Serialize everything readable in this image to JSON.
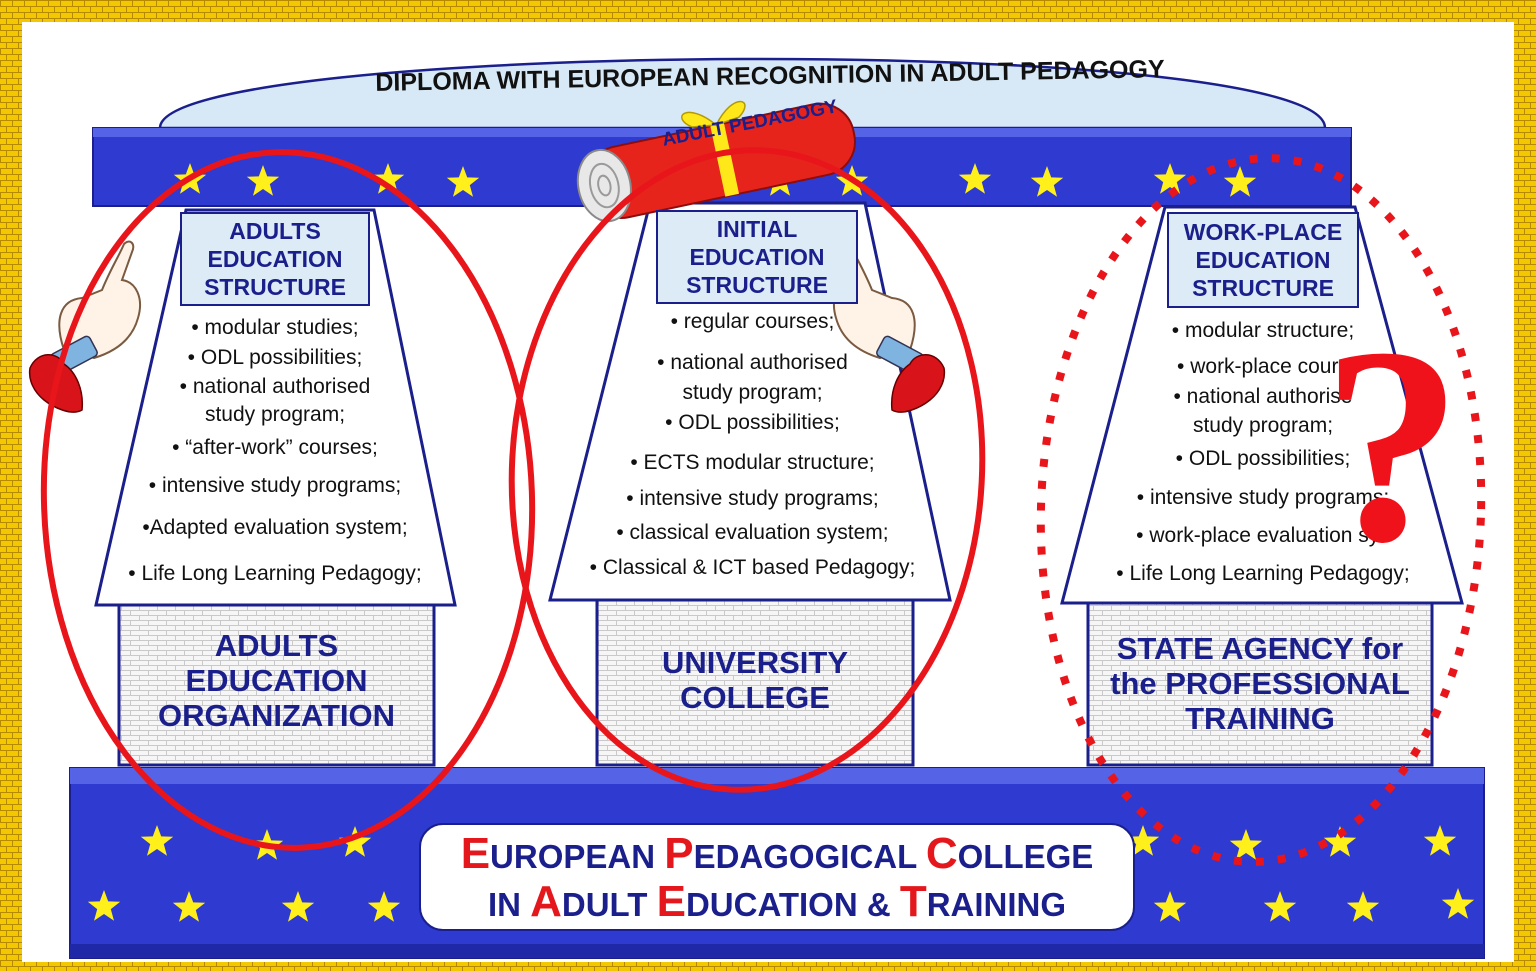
{
  "diploma": {
    "title": "DIPLOMA WITH EUROPEAN  RECOGNITION   IN ADULT  PEDAGOGY",
    "scroll_label": "ADULT PEDAGOGY"
  },
  "pillars": [
    {
      "header": [
        "ADULTS",
        "EDUCATION",
        "STRUCTURE"
      ],
      "features": [
        "• modular studies;",
        "• ODL possibilities;",
        "• national authorised",
        "study program;",
        "• “after-work” courses;",
        "• intensive study programs;",
        "•Adapted evaluation system;",
        "• Life Long Learning Pedagogy;"
      ],
      "base": [
        "ADULTS",
        "EDUCATION",
        "ORGANIZATION"
      ]
    },
    {
      "header": [
        "INITIAL",
        "EDUCATION",
        "STRUCTURE"
      ],
      "features": [
        "• regular courses;",
        "• national authorised",
        "study program;",
        "• ODL possibilities;",
        "• ECTS modular structure;",
        "• intensive study programs;",
        "• classical evaluation system;",
        "• Classical & ICT based Pedagogy;"
      ],
      "base": [
        "UNIVERSITY",
        "COLLEGE"
      ]
    },
    {
      "header": [
        "WORK-PLACE",
        "EDUCATION",
        "STRUCTURE"
      ],
      "features": [
        "• modular structure;",
        "• work-place cours",
        "• national authorise",
        "study program;",
        "• ODL possibilities;",
        "• intensive study programs;",
        "• work-place evaluation sys",
        "• Life Long Learning Pedagogy;"
      ],
      "base": [
        "STATE AGENCY for",
        "the PROFESSIONAL",
        "TRAINING"
      ]
    }
  ],
  "college": {
    "line1": [
      {
        "cap": "E",
        "rest": "UROPEAN "
      },
      {
        "cap": "P",
        "rest": "EDAGOGICAL "
      },
      {
        "cap": "C",
        "rest": "OLLEGE"
      }
    ],
    "line2_prefix": "IN ",
    "line2": [
      {
        "cap": "A",
        "rest": "DULT "
      },
      {
        "cap": "E",
        "rest": "DUCATION & "
      },
      {
        "cap": "T",
        "rest": "RAINING"
      }
    ]
  },
  "question_mark": "?",
  "colors": {
    "eu_blue": "#2e3ad0",
    "dark_blue": "#1a1f8c",
    "star_yellow": "#ffef1a",
    "accent_red": "#e4181c",
    "header_fill": "#dcebf5",
    "border_tile": "#e6c000"
  },
  "icons": [
    "pointing-hand-icon",
    "star-icon",
    "diploma-scroll-icon",
    "question-mark-icon"
  ]
}
